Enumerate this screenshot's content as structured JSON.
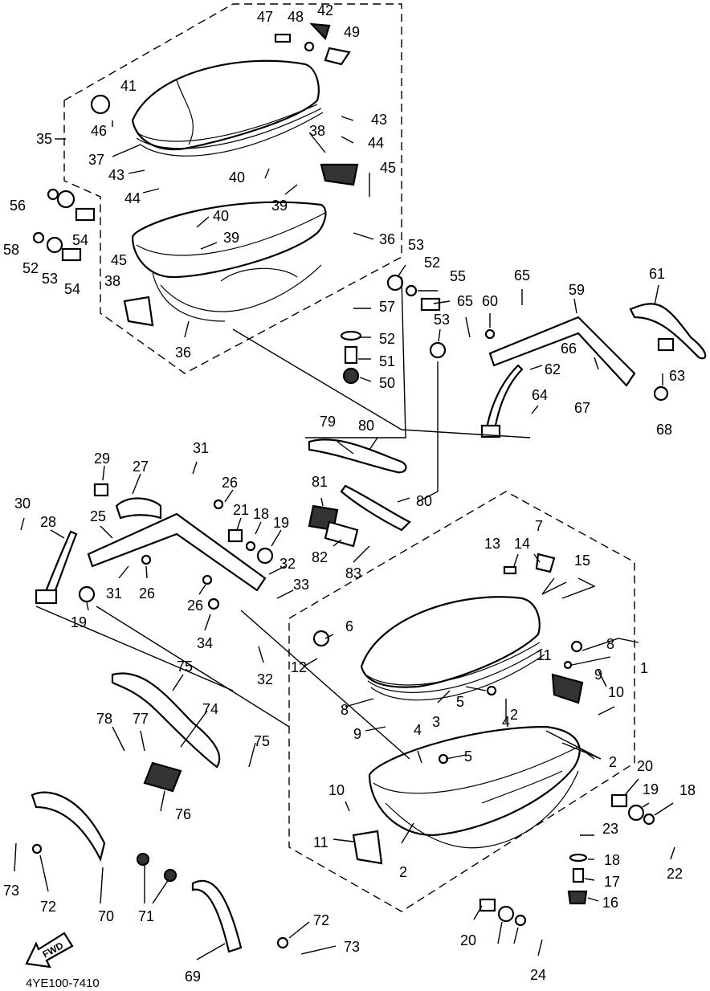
{
  "diagram": {
    "drawing_code": "4YE100-7410",
    "direction_arrow": "FWD",
    "callouts": [
      "1",
      "2",
      "2",
      "2",
      "3",
      "4",
      "4",
      "5",
      "5",
      "6",
      "7",
      "8",
      "8",
      "9",
      "9",
      "10",
      "10",
      "11",
      "11",
      "12",
      "13",
      "14",
      "15",
      "16",
      "17",
      "18",
      "18",
      "18",
      "19",
      "19",
      "19",
      "20",
      "20",
      "21",
      "22",
      "23",
      "24",
      "25",
      "26",
      "26",
      "26",
      "27",
      "28",
      "29",
      "30",
      "31",
      "31",
      "32",
      "32",
      "33",
      "34",
      "35",
      "36",
      "36",
      "37",
      "38",
      "38",
      "39",
      "39",
      "40",
      "40",
      "41",
      "42",
      "43",
      "43",
      "44",
      "44",
      "45",
      "45",
      "46",
      "47",
      "48",
      "49",
      "50",
      "51",
      "52",
      "52",
      "52",
      "53",
      "53",
      "53",
      "54",
      "54",
      "55",
      "56",
      "57",
      "58",
      "59",
      "60",
      "61",
      "62",
      "63",
      "64",
      "65",
      "65",
      "66",
      "67",
      "68",
      "69",
      "70",
      "71",
      "72",
      "72",
      "73",
      "73",
      "74",
      "75",
      "75",
      "76",
      "77",
      "78",
      "79",
      "80",
      "80",
      "81",
      "82",
      "83"
    ]
  }
}
